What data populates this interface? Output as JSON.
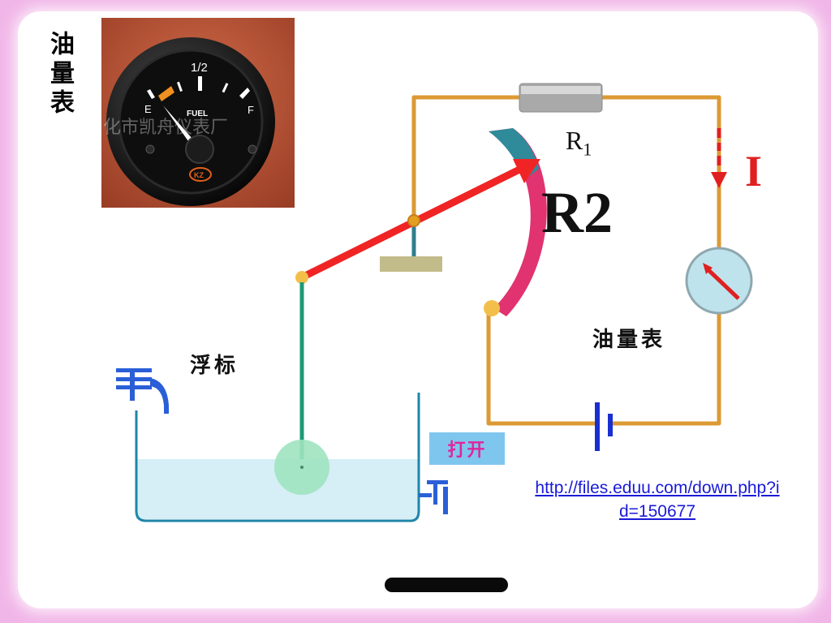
{
  "side_title": "油量表",
  "gauge_photo": {
    "half_mark": "1/2",
    "empty_mark": "E",
    "full_mark": "F",
    "fuel_label": "FUEL",
    "brand_badge": "KZ",
    "watermark": "化市凯舟仪表厂",
    "colors": {
      "face": "#0e0e0e",
      "background": "#c45a3a",
      "needle": "#ffffff",
      "reserve": "#f09020"
    }
  },
  "diagram": {
    "r1_label": "R",
    "r1_sub": "1",
    "r2_label": "R2",
    "current_label": "I",
    "float_label": "浮标",
    "meter_label": "油量表",
    "open_button_label": "打开",
    "colors": {
      "wire": "#dc9a35",
      "lever": "#f02424",
      "r2_outer": "#e0336f",
      "r2_inner": "#2f8a9a",
      "water": "#d6eef6",
      "tank": "#1f86a8",
      "float_ball": "#9ee3c0",
      "rod": "#1f9a74",
      "battery": "#1a2fd0",
      "meter_face": "#bfe3ec"
    }
  },
  "url": "http://files.eduu.com/down.php?id=150677"
}
